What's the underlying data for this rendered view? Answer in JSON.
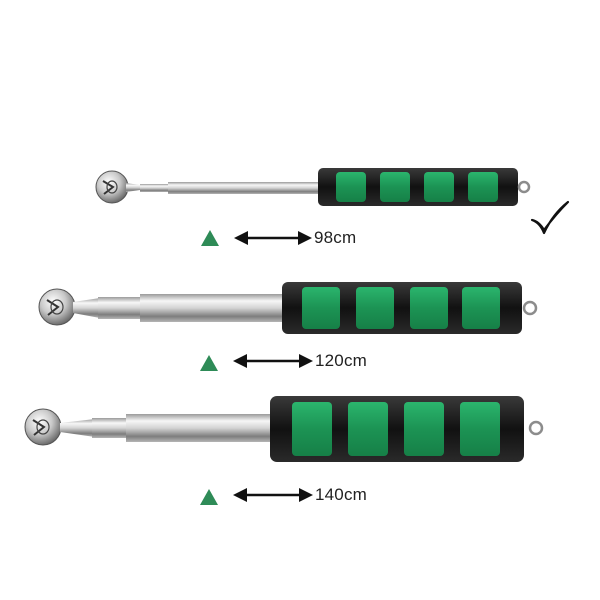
{
  "colors": {
    "grip_green": "#1f9a5a",
    "grip_black": "#141414",
    "indicator_green": "#2e8b57",
    "metal_light": "#f2f2f2",
    "metal_dark": "#8a8a8a"
  },
  "products": [
    {
      "size_label": "98cm"
    },
    {
      "size_label": "120cm"
    },
    {
      "size_label": "140cm"
    }
  ],
  "selected_index": 0,
  "icons": {
    "selected": "checkmark-icon",
    "indicator": "triangle-icon",
    "length": "double-arrow-icon"
  }
}
